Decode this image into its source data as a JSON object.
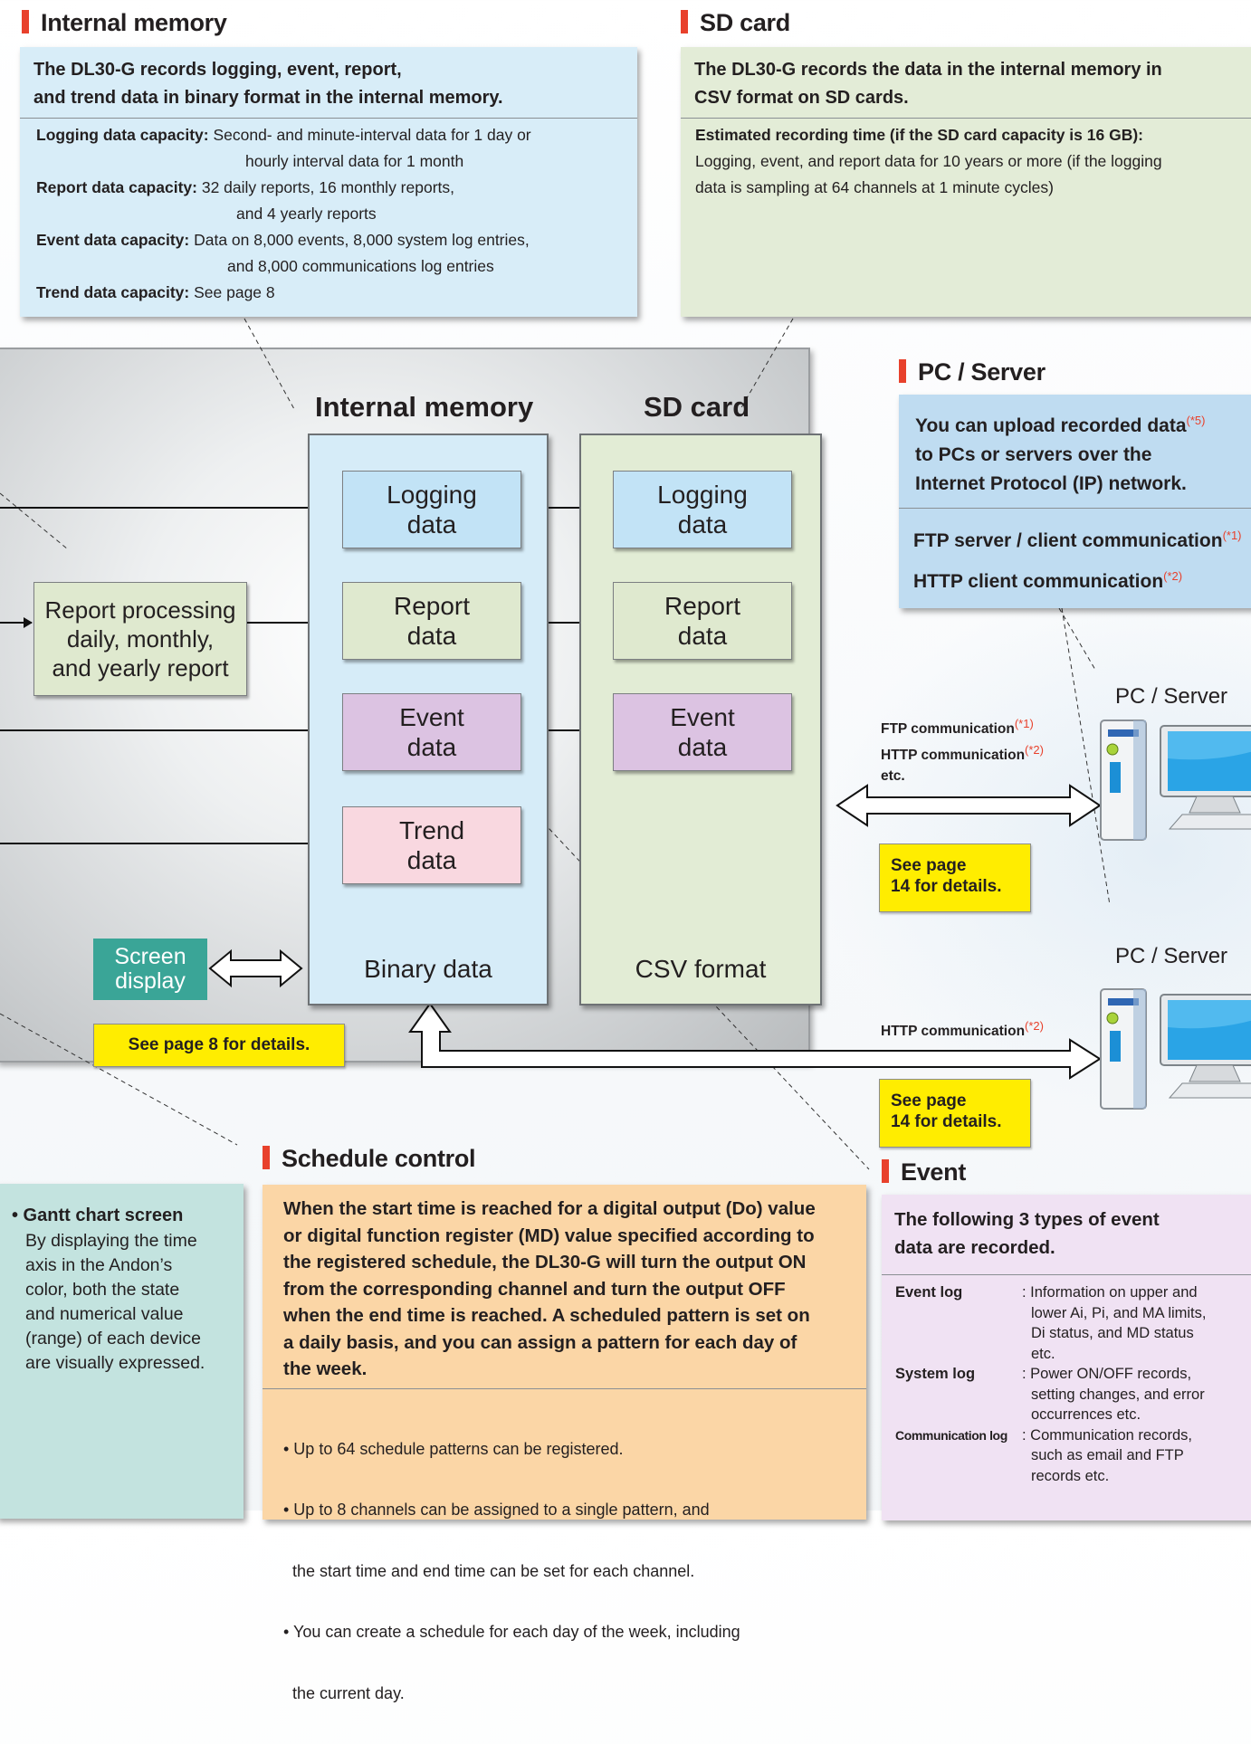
{
  "internal_memory_section": {
    "title": "Internal memory",
    "head_line1": "The DL30-G records logging, event, report,",
    "head_line2": "and trend data in binary format in the internal memory.",
    "logging_label": "Logging data capacity:",
    "logging_text1": "Second- and minute-interval data for 1 day or",
    "logging_text2": "hourly interval data for 1 month",
    "report_label": "Report data capacity:",
    "report_text1": "32 daily reports, 16 monthly reports,",
    "report_text2": "and 4 yearly reports",
    "event_label": "Event data capacity:",
    "event_text1": "Data on 8,000 events, 8,000 system log entries,",
    "event_text2": "and 8,000 communications log entries",
    "trend_label": "Trend data capacity:",
    "trend_text": "See page 8"
  },
  "sd_card_section": {
    "title": "SD card",
    "head_line1": "The DL30-G records the data in the internal memory in",
    "head_line2": "CSV format on SD cards.",
    "estimate_label": "Estimated recording time (if the SD card capacity is 16 GB):",
    "estimate_text1": "Logging, event, and report data for 10 years or more (if the logging",
    "estimate_text2": "data is sampling at 64 channels at 1 minute cycles)"
  },
  "pc_server_section": {
    "title": "PC / Server",
    "head_line1": "You can upload recorded data",
    "head_sup": "(*5)",
    "head_line2": "to PCs or servers over the",
    "head_line3": "Internet Protocol (IP) network.",
    "ftp_text": "FTP server / client communication",
    "ftp_sup": "(*1)",
    "http_text": "HTTP client communication",
    "http_sup": "(*2)"
  },
  "diagram": {
    "internal_memory_header": "Internal memory",
    "sd_card_header": "SD card",
    "report_processing_line1": "Report processing",
    "report_processing_line2": "daily, monthly,",
    "report_processing_line3": "and yearly report",
    "im_logging": [
      "Logging",
      "data"
    ],
    "im_report": [
      "Report",
      "data"
    ],
    "im_event": [
      "Event",
      "data"
    ],
    "im_trend": [
      "Trend",
      "data"
    ],
    "sd_logging": [
      "Logging",
      "data"
    ],
    "sd_report": [
      "Report",
      "data"
    ],
    "sd_event": [
      "Event",
      "data"
    ],
    "binary_data": "Binary data",
    "csv_format": "CSV format",
    "screen_display_line1": "Screen",
    "screen_display_line2": "display",
    "see_page_8": "See page 8 for details."
  },
  "pc_server_1": {
    "label": "PC / Server",
    "comm1": "FTP communication",
    "comm1_sup": "(*1)",
    "comm2": "HTTP communication",
    "comm2_sup": "(*2)",
    "comm3": "etc.",
    "see_line1": "See page",
    "see_line2": "14 for details."
  },
  "pc_server_2": {
    "label": "PC / Server",
    "comm1": "HTTP communication",
    "comm1_sup": "(*2)",
    "see_line1": "See page",
    "see_line2": "14 for details."
  },
  "gantt": {
    "bullet_title": "• Gantt chart screen",
    "lines": [
      "By displaying the time",
      "axis in the Andon’s",
      "color, both the state",
      "and numerical value",
      "(range) of each device",
      "are visually expressed."
    ]
  },
  "schedule_section": {
    "title": "Schedule control",
    "head_lines": [
      "When the start time is reached for a digital output (Do) value",
      "or digital function register (MD) value specified according to",
      "the registered schedule, the DL30-G will turn the output ON",
      "from the corresponding channel and turn the output OFF",
      "when the end time is reached. A scheduled pattern is set on",
      "a daily basis, and you can assign a pattern for each day of",
      "the week."
    ],
    "bullets": [
      "• Up to 64 schedule patterns can be registered.",
      "• Up to 8 channels can be assigned to a single pattern, and",
      "  the start time and end time can be set for each channel.",
      "• You can create a schedule for each day of the week, including",
      "  the current day."
    ]
  },
  "event_section": {
    "title": "Event",
    "head_line1": "The following 3 types of event",
    "head_line2": "data are recorded.",
    "rows": [
      {
        "label": "Event log",
        "lines": [
          ": Information on upper and",
          "lower Ai, Pi, and MA limits,",
          "Di status, and MD status",
          "etc."
        ]
      },
      {
        "label": "System log",
        "lines": [
          ": Power ON/OFF records,",
          "setting changes, and error",
          "occurrences etc."
        ]
      },
      {
        "label": "Communication log",
        "lines": [
          ": Communication records,",
          "such as email and FTP",
          "records etc."
        ]
      }
    ]
  },
  "colors": {
    "accent_red": "#e8412c",
    "blue_box": "#c9e6f7",
    "green_box": "#dde8cf",
    "purple_box": "#dcc3e1",
    "pink_box": "#f9d9e1",
    "teal_box": "#3aa597",
    "yellow": "#ffed00",
    "orange_panel": "#fbd5a3"
  }
}
